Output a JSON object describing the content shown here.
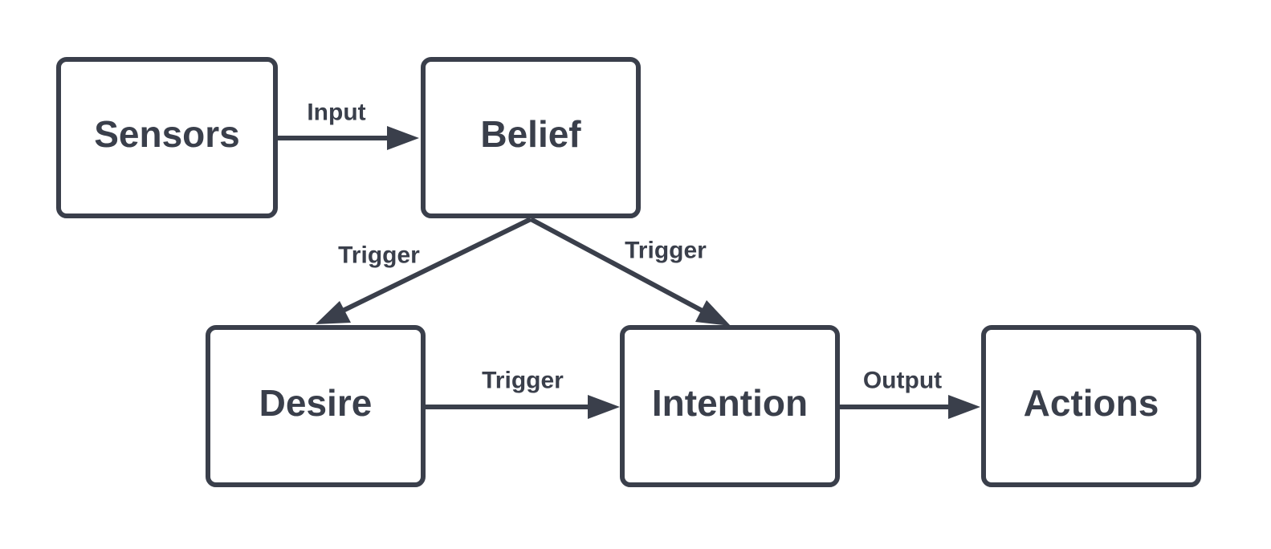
{
  "nodes": {
    "sensors": "Sensors",
    "belief": "Belief",
    "desire": "Desire",
    "intention": "Intention",
    "actions": "Actions"
  },
  "edges": {
    "sensors_belief": "Input",
    "belief_desire": "Trigger",
    "belief_intention": "Trigger",
    "desire_intention": "Trigger",
    "intention_actions": "Output"
  },
  "colors": {
    "stroke": "#3a3f4b",
    "background": "#ffffff"
  }
}
